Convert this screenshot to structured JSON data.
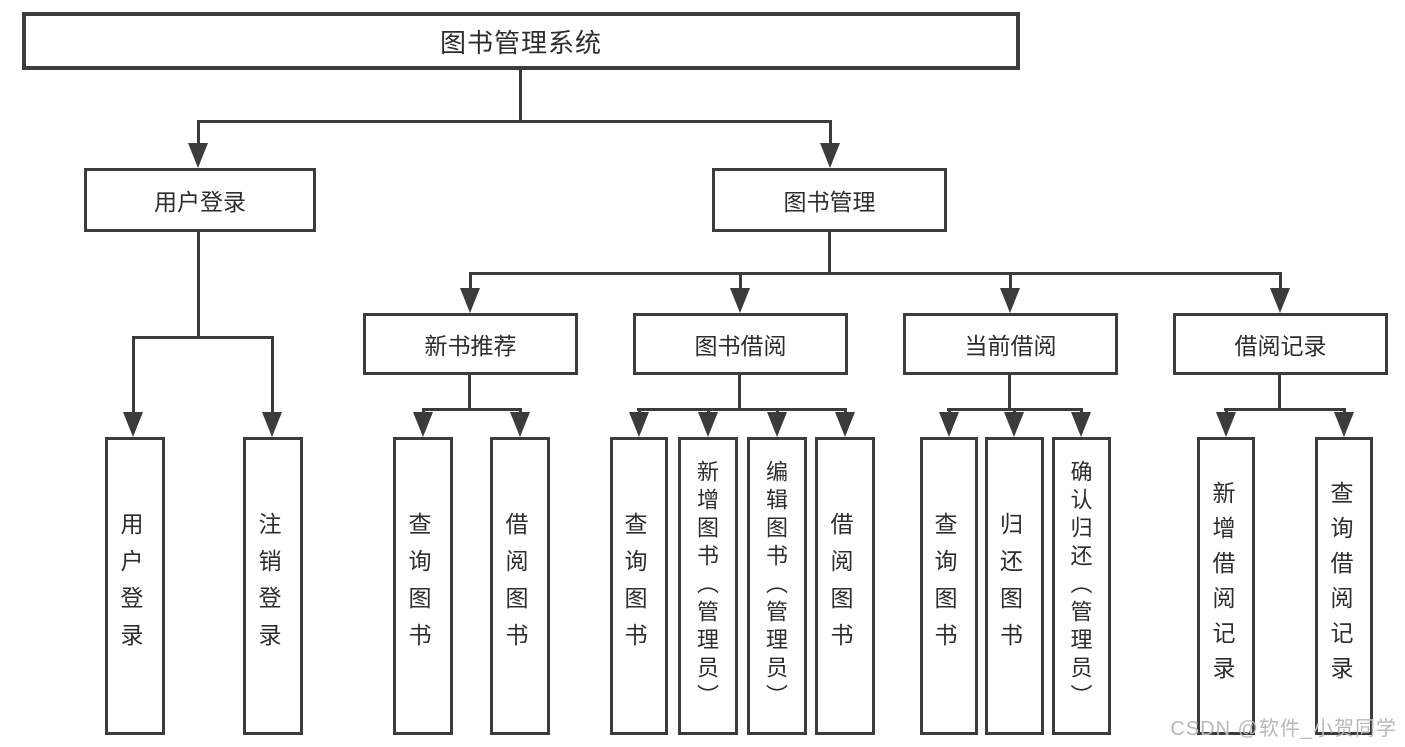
{
  "diagram": {
    "root": {
      "label": "图书管理系统"
    },
    "level2": {
      "user_login": {
        "label": "用户登录"
      },
      "book_management": {
        "label": "图书管理"
      }
    },
    "level3": {
      "new_book_recommend": {
        "label": "新书推荐"
      },
      "book_borrow": {
        "label": "图书借阅"
      },
      "current_borrow": {
        "label": "当前借阅"
      },
      "borrow_records": {
        "label": "借阅记录"
      }
    },
    "leaves": {
      "user_login": [
        "用户登录",
        "注销登录"
      ],
      "new_book_recommend": [
        "查询图书",
        "借阅图书"
      ],
      "book_borrow": [
        "查询图书",
        "新增图书（管理员）",
        "编辑图书（管理员）",
        "借阅图书"
      ],
      "current_borrow": [
        "查询图书",
        "归还图书",
        "确认归还（管理员）"
      ],
      "borrow_records": [
        "新增借阅记录",
        "查询借阅记录"
      ]
    }
  },
  "watermark": {
    "text": "CSDN @软件_小贺同学"
  },
  "colors": {
    "line": "#3b3b3b",
    "border": "#3c3c3c",
    "text": "#2d2d2d",
    "watermark": "#b9b9b9",
    "background": "#ffffff"
  }
}
